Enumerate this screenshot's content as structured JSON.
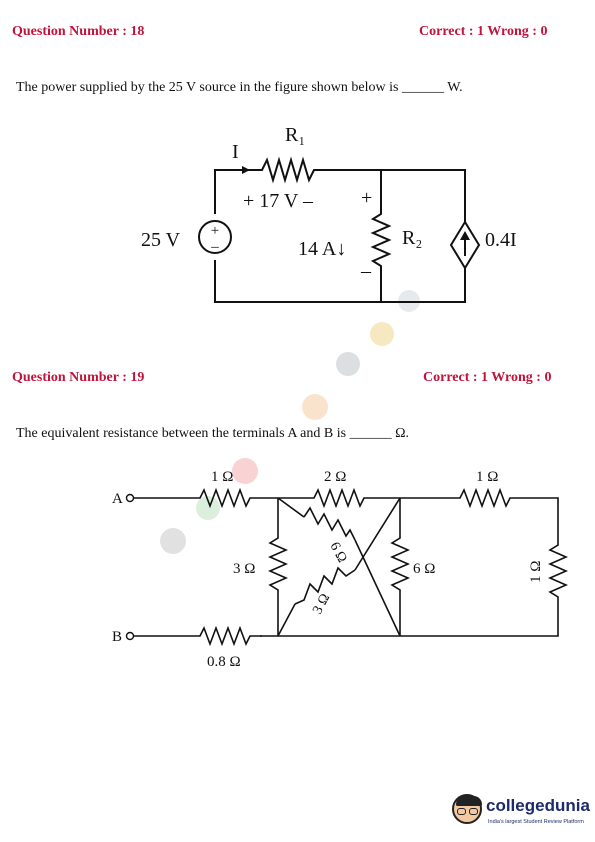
{
  "q18": {
    "heading": "Question Number : 18",
    "score": "Correct : 1  Wrong : 0",
    "text": "The power supplied by the 25 V source in the figure shown below is ______ W.",
    "circuit": {
      "r1": "R₁",
      "current": "I",
      "v_drop": "+ 17 V –",
      "r2_plus": "+",
      "r2_minus": "–",
      "source": "25 V",
      "source_plus": "+",
      "source_minus": "–",
      "cs_label": "14 A↓",
      "r2": "R₂",
      "dep_source": "0.4I"
    }
  },
  "q19": {
    "heading": "Question Number : 19",
    "score": "Correct : 1  Wrong : 0",
    "text": "The equivalent resistance between the terminals A and B is ______ Ω.",
    "circuit": {
      "terminal_a": "A",
      "terminal_b": "B",
      "r_1": "1 Ω",
      "r_2": "2 Ω",
      "r_1b": "1 Ω",
      "r_3a": "3 Ω",
      "r_6a": "6 Ω",
      "r_3b": "3 Ω",
      "r_6b": "6 Ω",
      "r_1c": "1 Ω",
      "r_08": "0.8 Ω"
    }
  },
  "logo": {
    "name": "collegedunia",
    "tagline": "India's largest Student Review Platform"
  }
}
